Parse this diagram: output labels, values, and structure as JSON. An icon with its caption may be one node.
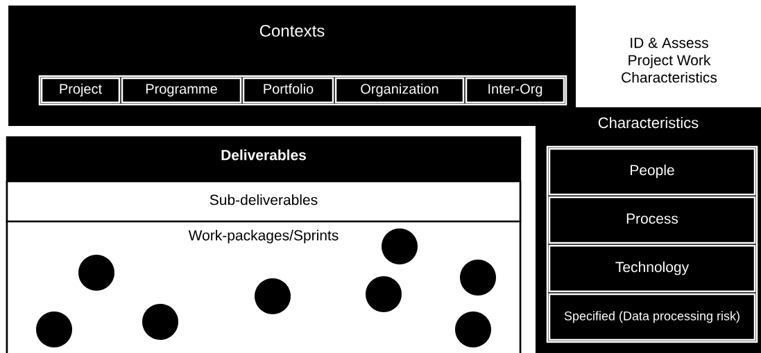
{
  "diagram": {
    "nodes": [
      {
        "text": [
          "Contexts"
        ]
      },
      {
        "text": [
          "Project"
        ],
        "in": 0
      },
      {
        "text": [
          "Programme"
        ],
        "in": 0
      },
      {
        "text": [
          "Portfolio"
        ],
        "in": 0
      },
      {
        "text": [
          "Organization"
        ],
        "in": 0
      },
      {
        "text": [
          "Inter-Org"
        ],
        "in": 0
      },
      {
        "text": [
          "ID & Assess Project Work Characteristics"
        ]
      },
      {
        "text": [
          "Characteristics"
        ]
      },
      {
        "text": [
          "People"
        ],
        "in": 7
      },
      {
        "text": [
          "Process"
        ],
        "in": 7
      },
      {
        "text": [
          "Technology"
        ],
        "in": 7
      },
      {
        "text": [
          "Specified (Data processing risk)"
        ],
        "in": 7
      },
      {
        "text": [
          "Deliverables"
        ]
      },
      {
        "text": [
          "Sub-deliverables"
        ],
        "in": 12
      },
      {
        "text": [
          "Work-packages/Sprints"
        ],
        "in": 12
      },
      {
        "text": [],
        "shape": "circle",
        "in": 14
      },
      {
        "text": [],
        "shape": "circle",
        "in": 14
      },
      {
        "text": [],
        "shape": "circle",
        "in": 14
      },
      {
        "text": [],
        "shape": "circle",
        "in": 14
      },
      {
        "text": [],
        "shape": "circle",
        "in": 14
      },
      {
        "text": [],
        "shape": "circle",
        "in": 14
      },
      {
        "text": [],
        "shape": "circle",
        "in": 14
      },
      {
        "text": [],
        "shape": "circle",
        "in": 14
      }
    ],
    "edges": []
  }
}
